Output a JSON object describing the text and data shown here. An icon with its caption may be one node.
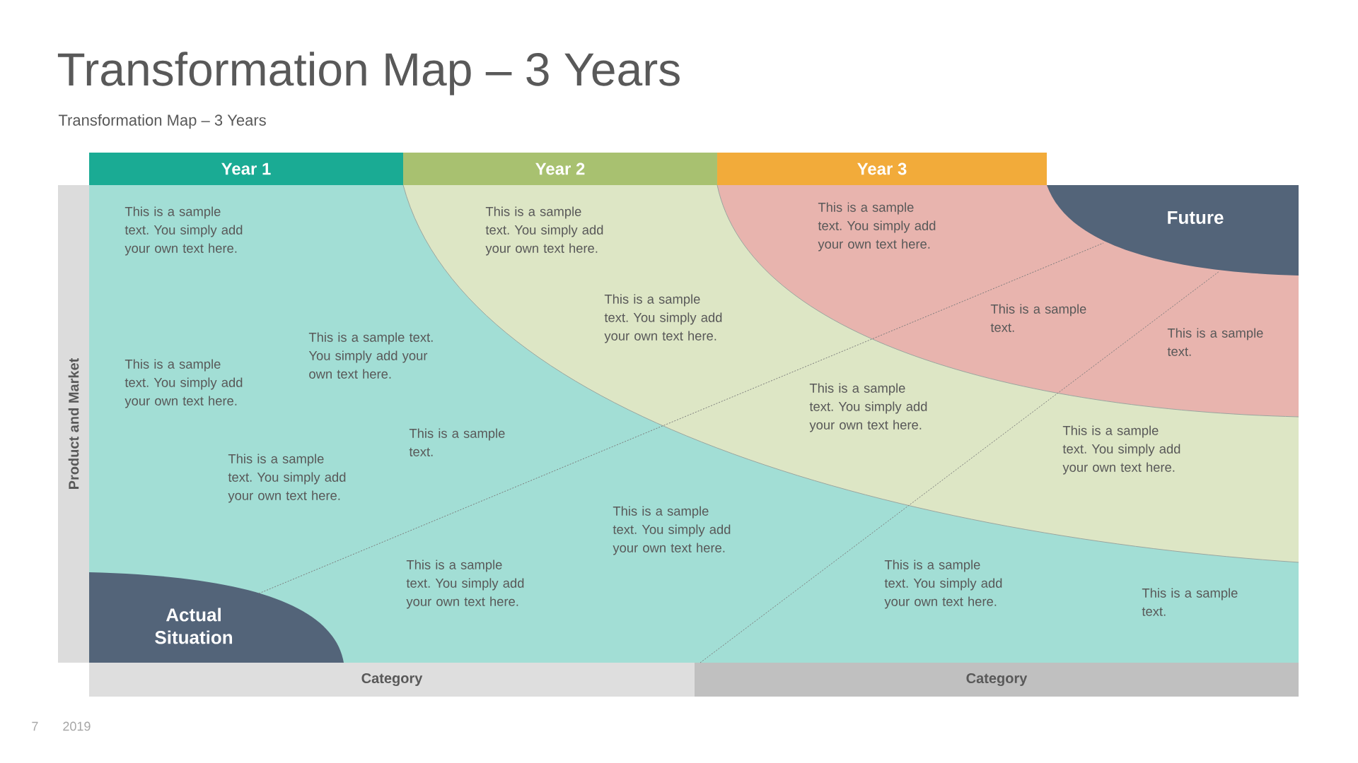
{
  "diagram": {
    "title": "Transformation Map – 3 Years",
    "caption": "Transformation Map – 3 Years",
    "nodes": [
      {
        "text": [
          "Year 1"
        ]
      },
      {
        "text": [
          "Year 2"
        ]
      },
      {
        "text": [
          "Year 3"
        ]
      },
      {
        "text": [
          "Product and Market"
        ]
      },
      {
        "text": [
          "This is a sample text. You simply add your own text here.",
          "This is a sample text. You simply add your own text here.",
          "This is a sample text. You simply add your own text here.",
          "This is a sample text.",
          "This is a sample text. You simply add your own text here.",
          "This is a sample text. You simply add your own text here.",
          "This is a sample text. You simply add your own text here.",
          "This is a sample text. You simply add your own text here.",
          "This is a sample text."
        ]
      },
      {
        "text": [
          "This is a sample text. You simply add your own text here.",
          "This is a sample text. You simply add your own text here.",
          "This is a sample text. You simply add your own text here.",
          "This is a sample text. You simply add your own text here."
        ],
        "in": 4
      },
      {
        "text": [
          "This is a sample text. You simply add your own text here.",
          "This is a sample text.",
          "This is a sample text."
        ],
        "in": 5
      },
      {
        "text": [
          "Future"
        ],
        "in": 6
      },
      {
        "text": [
          "Actual Situation"
        ],
        "in": 4
      },
      {
        "text": [
          "Category"
        ]
      },
      {
        "text": [
          "Category"
        ]
      }
    ],
    "edges": [
      {
        "from": 8,
        "to": 7,
        "arrow": "none",
        "style": "dashed"
      },
      {
        "from": 10,
        "to": 7,
        "arrow": "none",
        "style": "dashed"
      }
    ],
    "labels": [
      "7",
      "2019"
    ]
  }
}
